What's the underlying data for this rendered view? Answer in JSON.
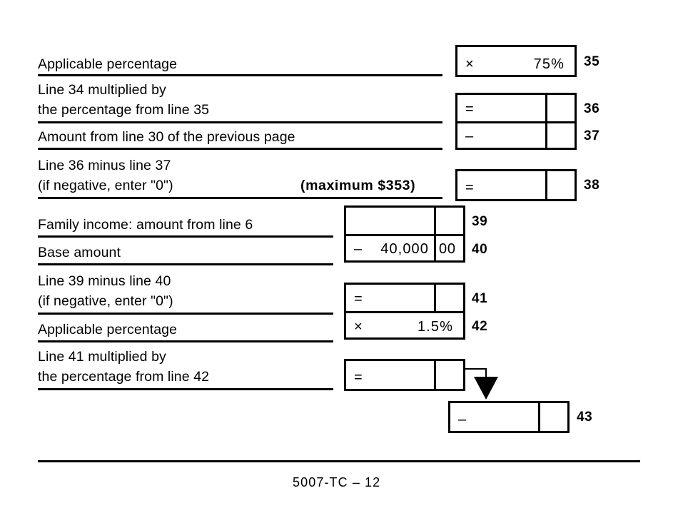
{
  "form": {
    "footer_rule": true,
    "footer_text": "5007-TC – 12"
  },
  "rows": {
    "r35": {
      "label": "Applicable percentage",
      "line_no": "35",
      "operator": "×",
      "value": "75%"
    },
    "r36": {
      "label_line1": "Line 34 multiplied by",
      "label_line2": "the percentage from line 35",
      "line_no": "36",
      "operator": "=",
      "value": "",
      "cents": ""
    },
    "r37": {
      "label": "Amount from line 30 of the previous page",
      "line_no": "37",
      "operator": "–",
      "value": "",
      "cents": ""
    },
    "r38": {
      "label_line1": "Line 36 minus line 37",
      "label_line2": "(if negative, enter \"0\")",
      "note": "(maximum $353)",
      "line_no": "38",
      "operator": "=",
      "value": "",
      "cents": ""
    },
    "r39": {
      "label": "Family income: amount from line 6",
      "line_no": "39",
      "operator": "",
      "value": "",
      "cents": ""
    },
    "r40": {
      "label": "Base amount",
      "line_no": "40",
      "operator": "–",
      "value": "40,000",
      "cents": "00"
    },
    "r41": {
      "label_line1": "Line 39 minus line 40",
      "label_line2": "(if negative, enter \"0\")",
      "line_no": "41",
      "operator": "=",
      "value": "",
      "cents": ""
    },
    "r42": {
      "label": "Applicable percentage",
      "line_no": "42",
      "operator": "×",
      "value": "1.5%"
    },
    "r42b": {
      "label_line1": "Line 41 multiplied by",
      "label_line2": "the percentage from line 42",
      "operator": "=",
      "value": "",
      "cents": ""
    },
    "r43": {
      "line_no": "43",
      "operator": "–",
      "value": "",
      "cents": ""
    }
  },
  "colors": {
    "ink": "#000000",
    "paper": "#ffffff"
  }
}
